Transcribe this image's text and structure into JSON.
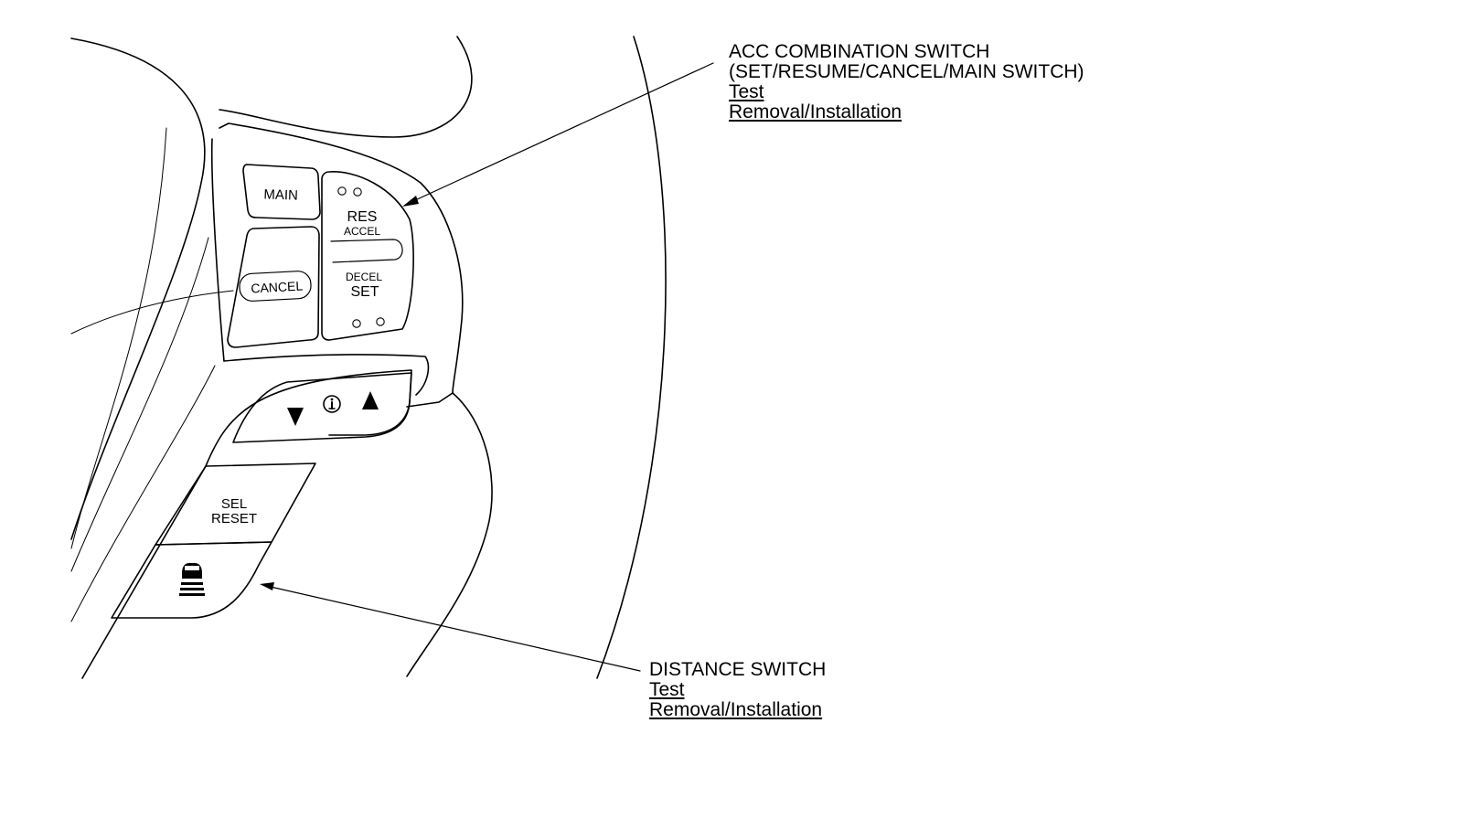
{
  "callouts": {
    "acc": {
      "title": "ACC COMBINATION SWITCH",
      "subtitle": "(SET/RESUME/CANCEL/MAIN SWITCH)",
      "link_test": "Test",
      "link_removal": "Removal/Installation"
    },
    "distance": {
      "title": "DISTANCE SWITCH",
      "link_test": "Test",
      "link_removal": "Removal/Installation"
    }
  },
  "switch_labels": {
    "main": "MAIN",
    "cancel": "CANCEL",
    "res": "RES",
    "accel": "ACCEL",
    "decel": "DECEL",
    "set": "SET",
    "sel": "SEL",
    "reset": "RESET"
  },
  "icons": {
    "down": "down-triangle-icon",
    "info": "info-icon",
    "up": "up-triangle-icon",
    "distance": "car-distance-icon"
  }
}
